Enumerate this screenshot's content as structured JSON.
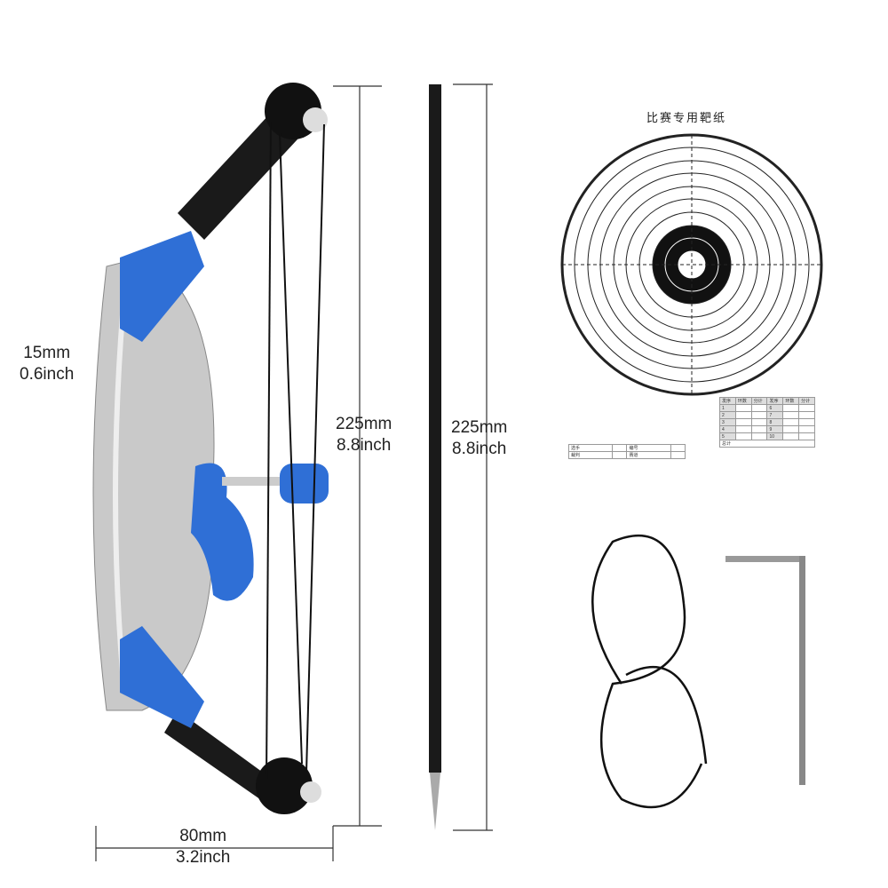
{
  "dimensions": {
    "bow_height": {
      "mm": "225mm",
      "inch": "8.8inch"
    },
    "arrow_length": {
      "mm": "225mm",
      "inch": "8.8inch"
    },
    "bow_width": {
      "mm": "80mm",
      "inch": "3.2inch"
    },
    "limb_thickness": {
      "mm": "15mm",
      "inch": "0.6inch"
    }
  },
  "target": {
    "title": "比赛专用靶纸",
    "info_table": [
      [
        "选手",
        "",
        "编号",
        ""
      ],
      [
        "裁判",
        "",
        "赛道",
        ""
      ]
    ],
    "score_header": [
      "发序",
      "环数",
      "分计",
      "发序",
      "环数",
      "分计"
    ],
    "score_rows": [
      [
        "1",
        "6"
      ],
      [
        "2",
        "7"
      ],
      [
        "3",
        "8"
      ],
      [
        "4",
        "9"
      ],
      [
        "5",
        "10"
      ]
    ],
    "total_label": "总计"
  },
  "colors": {
    "riser_accent": "#2f6fd6",
    "limb": "#1a1a1a",
    "target_black": "#111111"
  }
}
